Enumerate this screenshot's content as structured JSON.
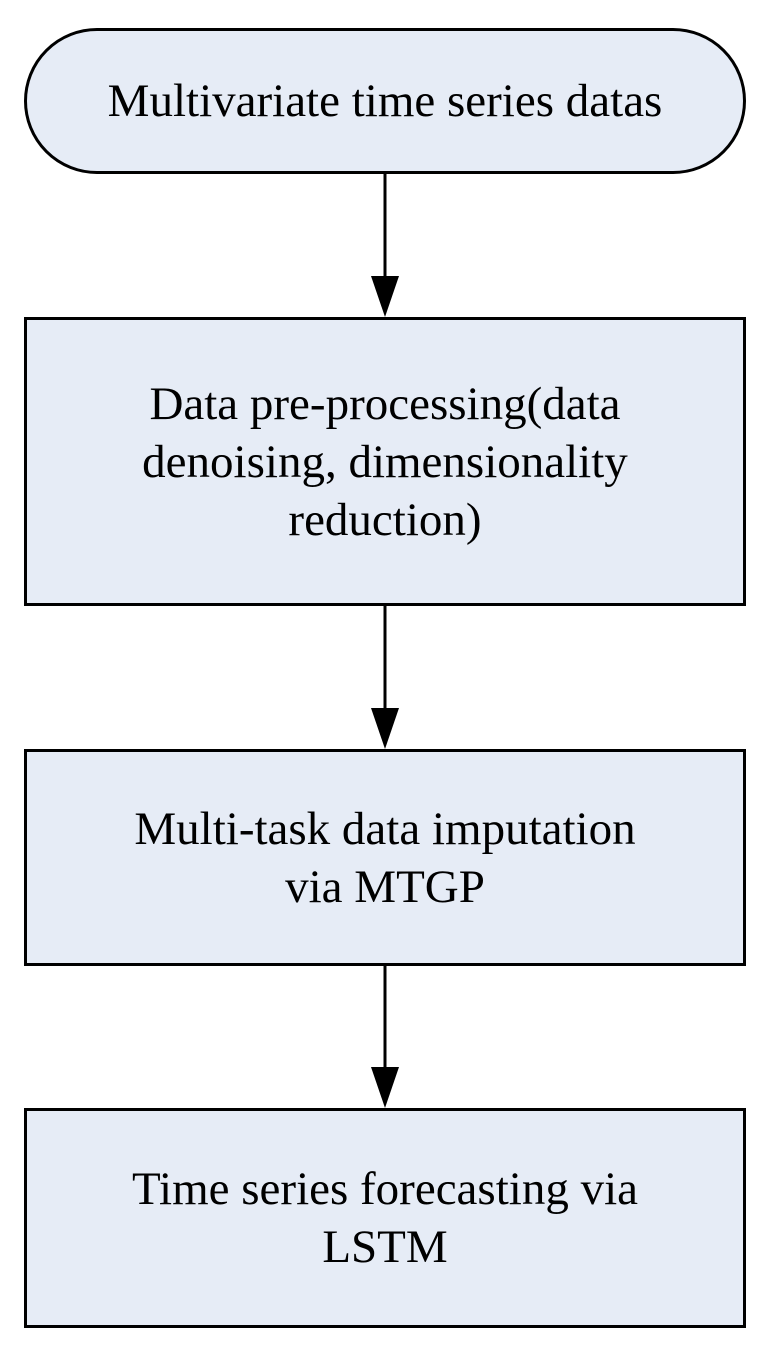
{
  "diagram": {
    "steps": [
      {
        "label": "Multivariate time series datas"
      },
      {
        "label": "Data pre-processing(data\ndenoising, dimensionality\nreduction)"
      },
      {
        "label": "Multi-task data imputation\nvia MTGP"
      },
      {
        "label": "Time series forecasting via\nLSTM"
      }
    ]
  },
  "colors": {
    "node_fill": "#e6ecf6",
    "stroke": "#000000"
  }
}
